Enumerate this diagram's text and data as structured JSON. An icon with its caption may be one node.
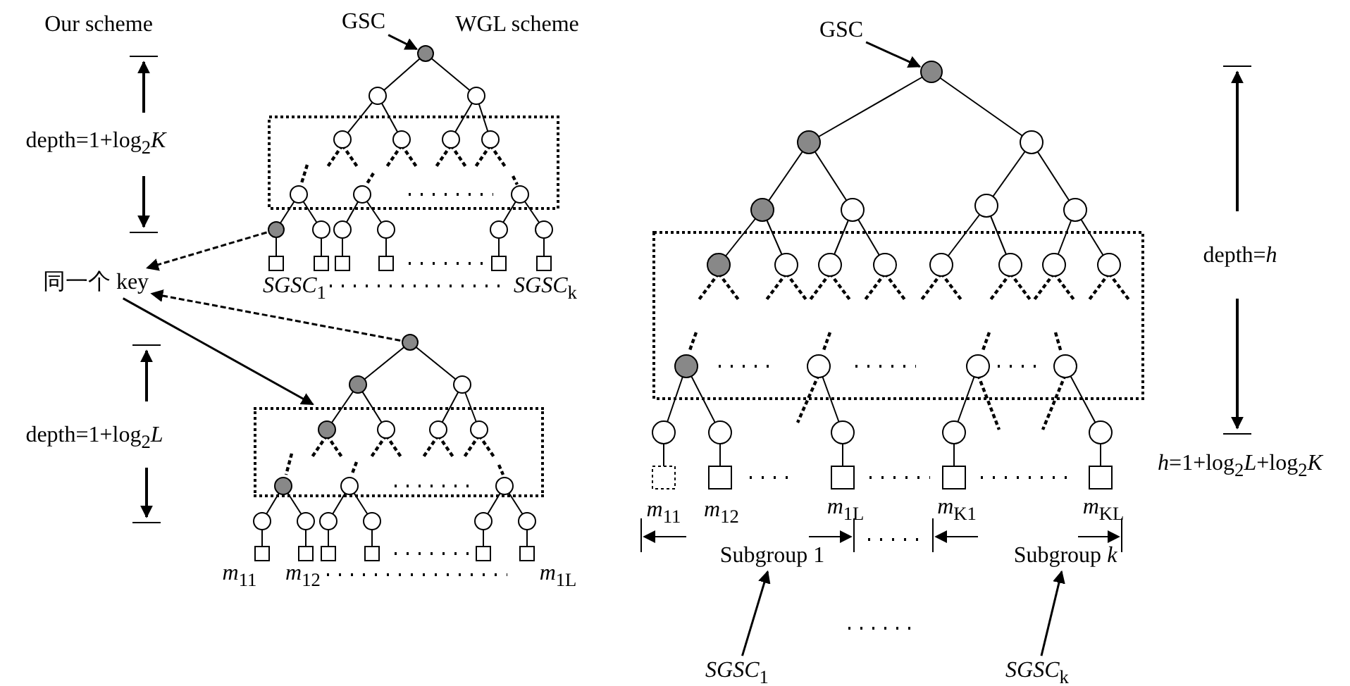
{
  "diagram": {
    "nodes": [
      {
        "text": [
          "GSC"
        ]
      },
      {
        "text": [],
        "shape": "circle"
      },
      {
        "text": [],
        "shape": "circle"
      },
      {
        "text": [
          "同一个 key"
        ]
      },
      {
        "text": [],
        "shape": "circle"
      },
      {
        "text": [
          "GSC"
        ]
      },
      {
        "text": [],
        "shape": "circle"
      },
      {
        "text": [
          "Subgroup 1"
        ]
      },
      {
        "text": [
          "Subgroup *k*"
        ]
      },
      {
        "text": [
          "*SGSC*$_{1}$"
        ]
      },
      {
        "text": [
          "*SGSC*$_{k}$"
        ]
      },
      {
        "text": [],
        "shape": "box"
      }
    ],
    "edges": [
      {
        "from": 0,
        "to": 1,
        "arrow": "to"
      },
      {
        "from": 2,
        "to": 3,
        "arrow": "to",
        "style": "dashed"
      },
      {
        "from": 4,
        "to": 3,
        "arrow": "to",
        "style": "dashed"
      },
      {
        "from": 3,
        "to": 11,
        "arrow": "to"
      },
      {
        "from": 5,
        "to": 6,
        "arrow": "to"
      },
      {
        "from": 9,
        "to": 7,
        "arrow": "to"
      },
      {
        "from": 10,
        "to": 8,
        "arrow": "to"
      }
    ],
    "labels": [
      "Our scheme",
      "depth=1+log$_{2}$*K*",
      "*SGSC*$_{1}$",
      "*SGSC*$_{k}$",
      "WGL scheme",
      "depth=1+log$_{2}$*L*",
      "*m*$_{11}$",
      "*m*$_{12}$",
      "*m*$_{1L}$",
      "depth=*h*",
      "*h*=1+log$_{2}$*L*+log$_{2}$*K*",
      "*m*$_{11}$",
      "*m*$_{12}$",
      "*m*$_{1L}$",
      "*m*$_{K1}$",
      "*m*$_{KL}$"
    ]
  }
}
